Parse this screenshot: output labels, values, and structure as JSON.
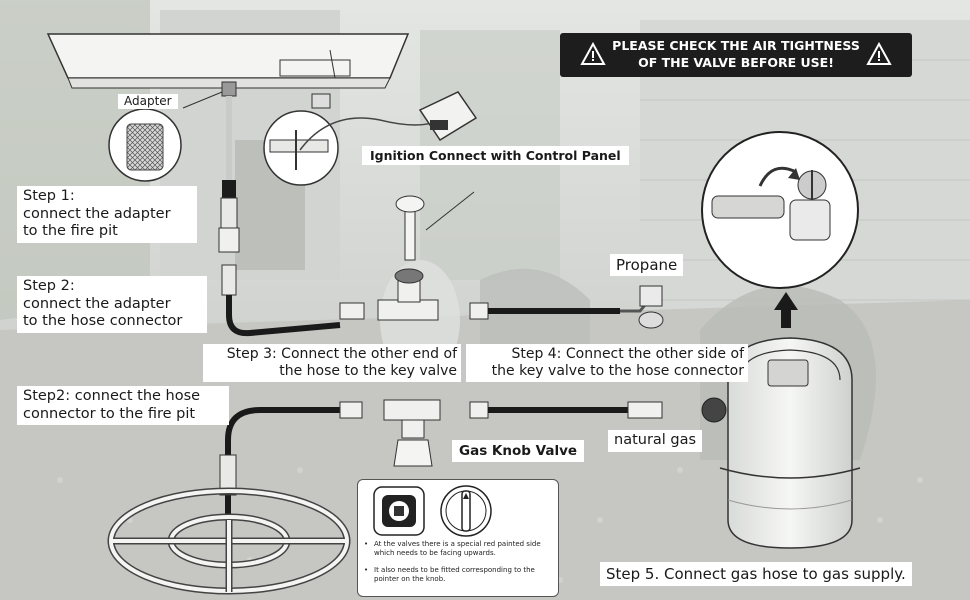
{
  "warning": {
    "line1": "PLEASE CHECK THE AIR TIGHTNESS",
    "line2": "OF THE VALVE BEFORE USE!"
  },
  "labels": {
    "adapter": "Adapter",
    "ignition": "Ignition Connect with Control Panel",
    "step1": "Step 1:\nconnect the adapter\nto the fire pit",
    "step2a": "Step 2:\nconnect the adapter\nto the hose connector",
    "step3": "Step 3: Connect the other end of\nthe hose to the key valve",
    "step4": "Step 4: Connect the other side of\nthe key valve to the hose connector",
    "propane": "Propane",
    "step2b": "Step2: connect the hose\nconnector to the fire pit",
    "gas_knob": "Gas Knob Valve",
    "natural_gas": "natural gas",
    "step5": "Step 5. Connect gas hose to gas supply."
  },
  "note": {
    "bullet1": "At the valves there is a special red painted side which needs to be facing upwards.",
    "bullet2": "It also needs to be fitted corresponding to the pointer on the knob."
  },
  "icons": [
    "warning-triangle-icon",
    "arrow-up-icon"
  ],
  "colors": {
    "warning_bg": "#1d1d1d",
    "hose": "#1a1a1a",
    "label_bg": "#ffffff"
  }
}
